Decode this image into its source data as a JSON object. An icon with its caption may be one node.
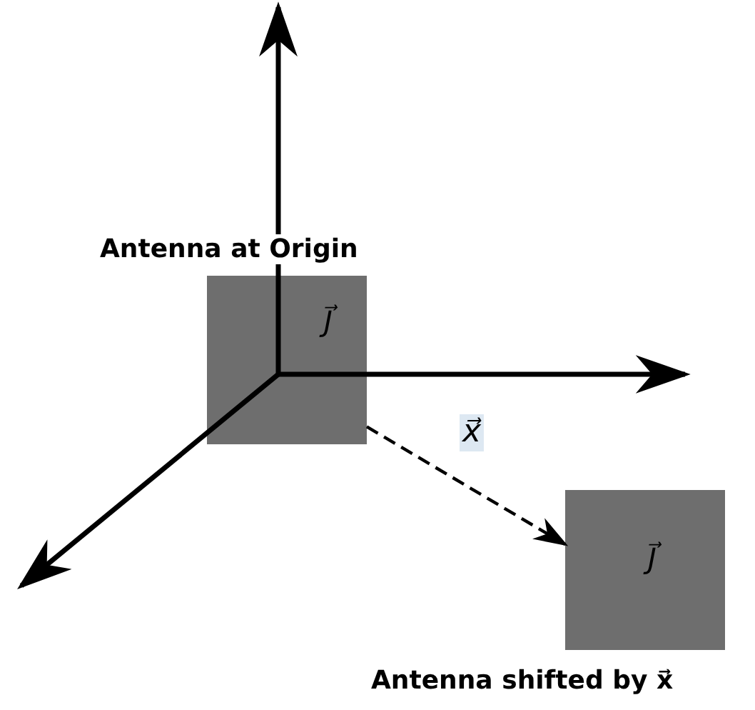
{
  "diagram": {
    "nodes": [
      {
        "text": [
          "Antenna at Origin",
          "J⃗"
        ]
      },
      {
        "text": [
          "J⃗",
          "Antenna shifted by x⃗"
        ]
      }
    ],
    "edges": [
      {
        "from": 0,
        "to": 1,
        "arrow": "to",
        "style": "dashed",
        "label": "x⃗"
      }
    ]
  }
}
